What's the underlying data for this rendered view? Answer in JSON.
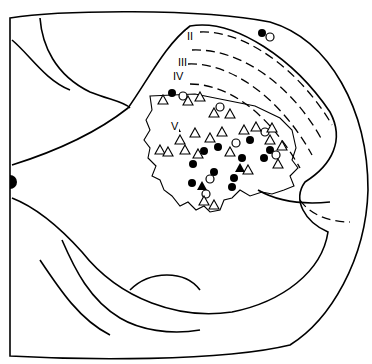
{
  "diagram": {
    "labels": [
      "II",
      "III",
      "IV",
      "V"
    ]
  }
}
